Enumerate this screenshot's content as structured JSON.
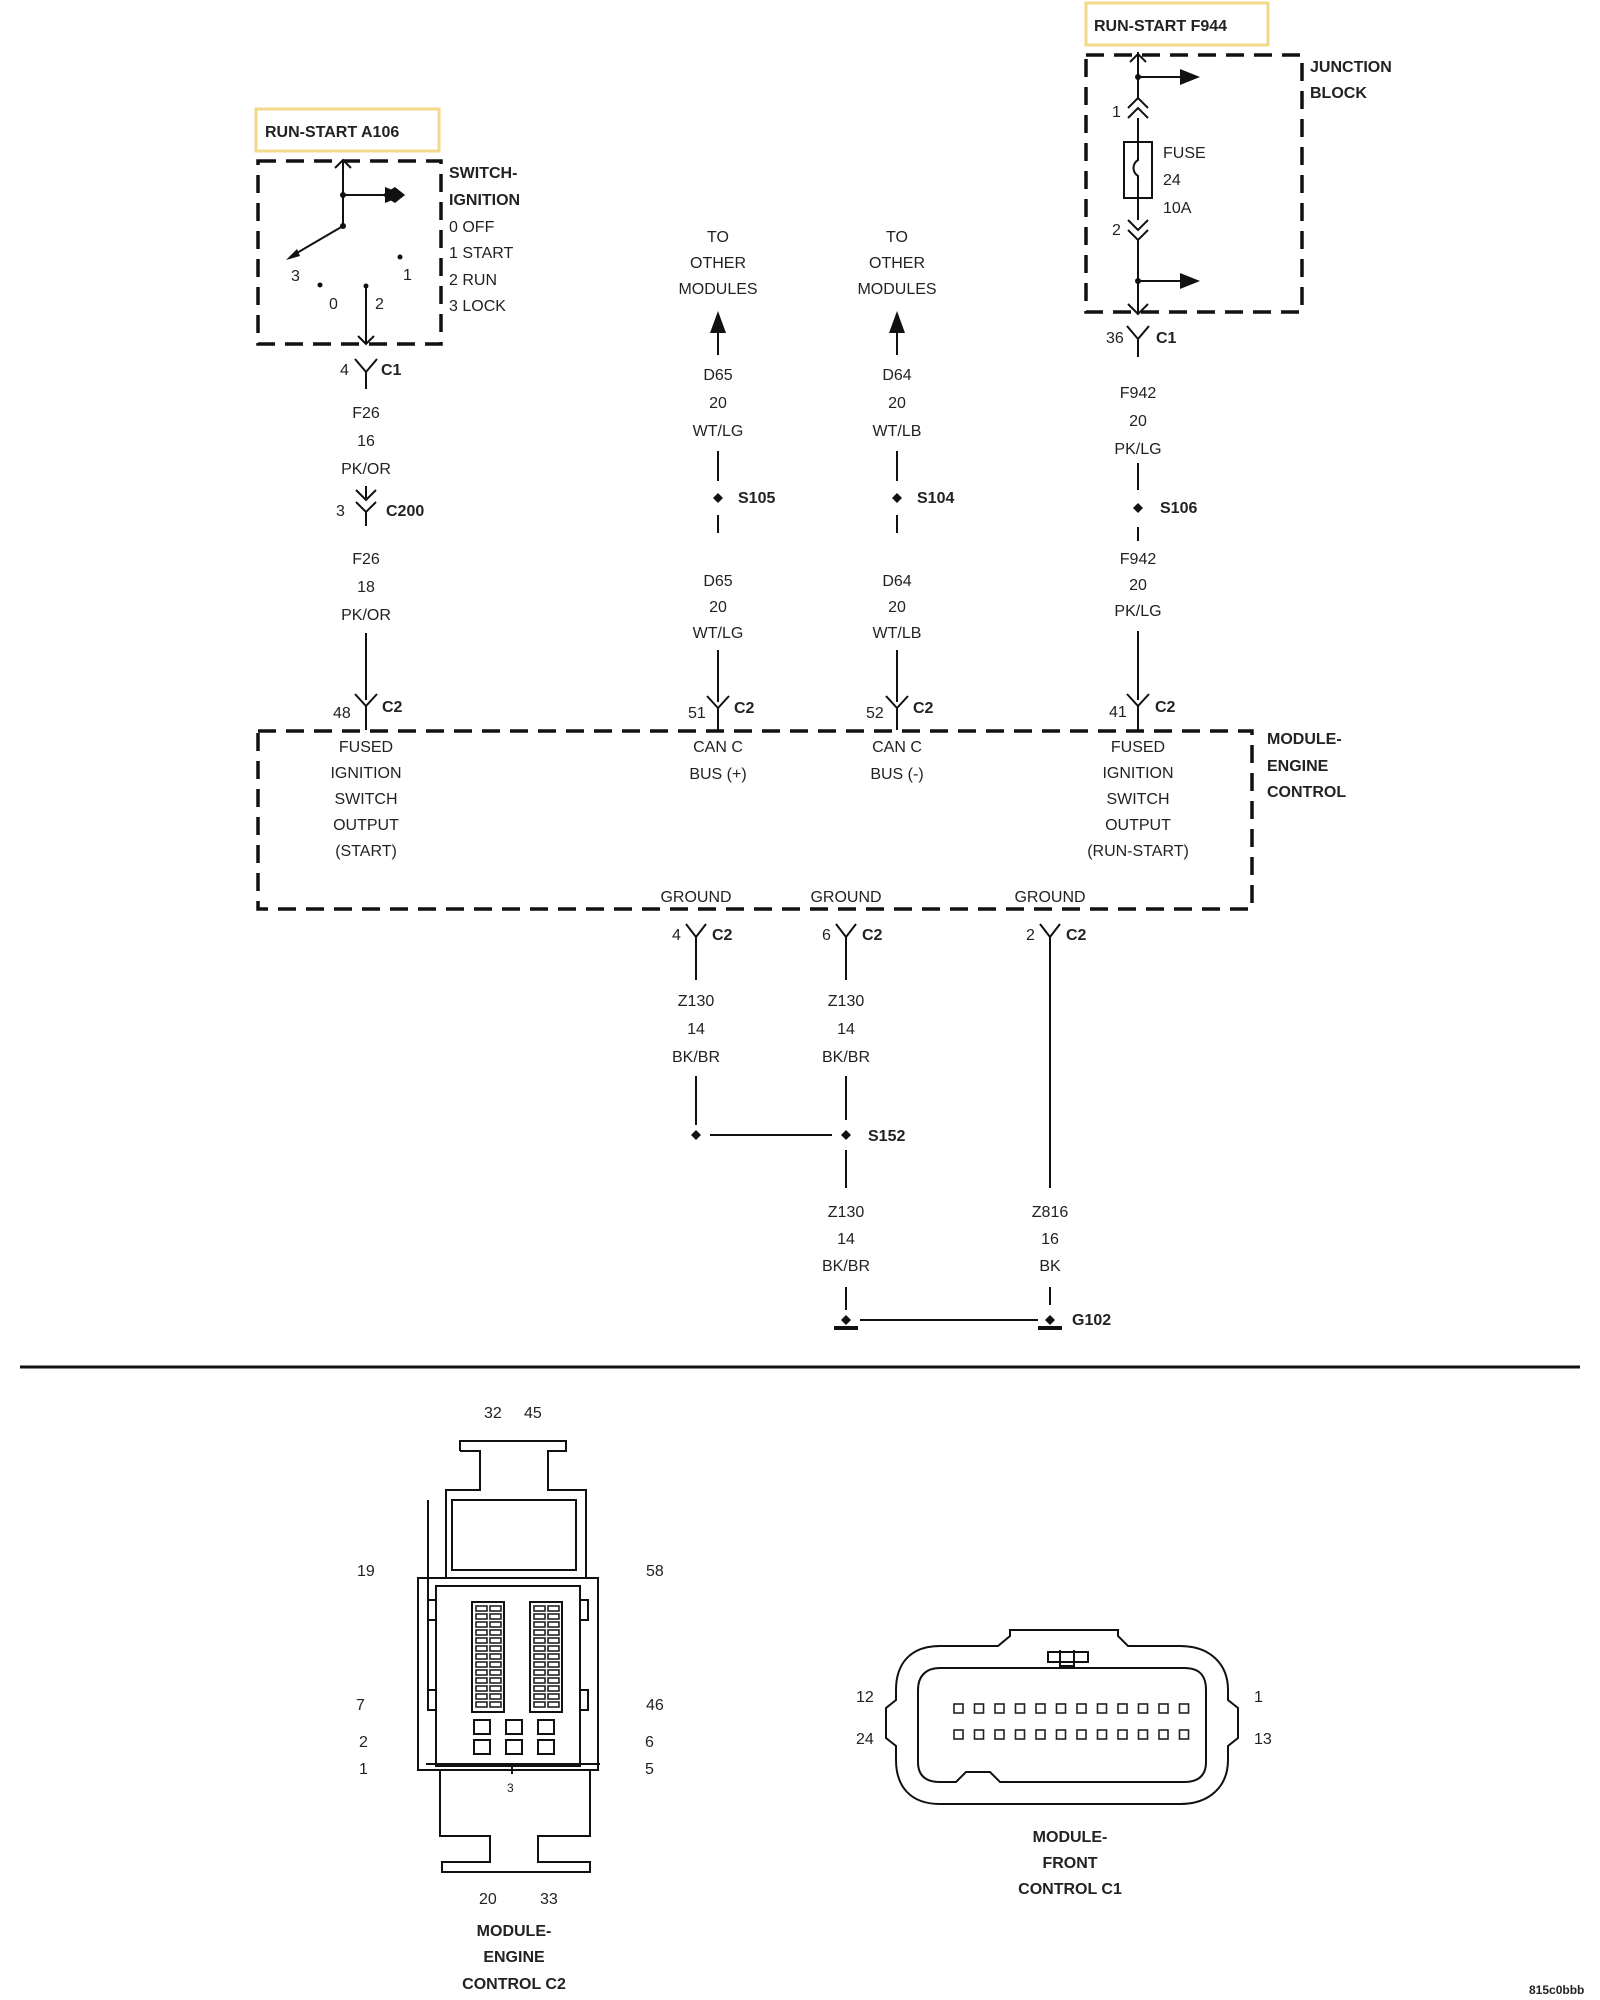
{
  "header_boxes": {
    "a106": "RUN-START A106",
    "f944": "RUN-START F944"
  },
  "ignition_switch": {
    "title_1": "SWITCH-",
    "title_2": "IGNITION",
    "legend": [
      "0 OFF",
      "1 START",
      "2 RUN",
      "3 LOCK"
    ],
    "positions": [
      "3",
      "0",
      "2",
      "1"
    ],
    "pin": "4",
    "connector": "C1"
  },
  "wire_f26_upper": {
    "circuit": "F26",
    "gauge": "16",
    "color": "PK/OR"
  },
  "c200": {
    "pin": "3",
    "connector": "C200"
  },
  "wire_f26_lower": {
    "circuit": "F26",
    "gauge": "18",
    "color": "PK/OR"
  },
  "to_other_modules": [
    "TO",
    "OTHER",
    "MODULES"
  ],
  "d65": {
    "upper": {
      "circuit": "D65",
      "gauge": "20",
      "color": "WT/LG"
    },
    "splice": "S105",
    "lower": {
      "circuit": "D65",
      "gauge": "20",
      "color": "WT/LG"
    },
    "pin": "51",
    "connector": "C2"
  },
  "d64": {
    "upper": {
      "circuit": "D64",
      "gauge": "20",
      "color": "WT/LB"
    },
    "splice": "S104",
    "lower": {
      "circuit": "D64",
      "gauge": "20",
      "color": "WT/LB"
    },
    "pin": "52",
    "connector": "C2"
  },
  "junction_block": {
    "title_1": "JUNCTION",
    "title_2": "BLOCK",
    "fuse_label": "FUSE",
    "fuse_number": "24",
    "fuse_rating": "10A",
    "fuse_pin_in": "1",
    "fuse_pin_out": "2",
    "pin": "36",
    "connector": "C1"
  },
  "f942": {
    "upper": {
      "circuit": "F942",
      "gauge": "20",
      "color": "PK/LG"
    },
    "splice": "S106",
    "lower": {
      "circuit": "F942",
      "gauge": "20",
      "color": "PK/LG"
    },
    "pin": "41",
    "connector": "C2"
  },
  "f26_pin": {
    "pin": "48",
    "connector": "C2"
  },
  "ecm": {
    "title": [
      "MODULE-",
      "ENGINE",
      "CONTROL"
    ],
    "fn_start": [
      "FUSED",
      "IGNITION",
      "SWITCH",
      "OUTPUT",
      "(START)"
    ],
    "fn_can_plus": [
      "CAN C",
      "BUS (+)"
    ],
    "fn_can_minus": [
      "CAN C",
      "BUS (-)"
    ],
    "fn_run_start": [
      "FUSED",
      "IGNITION",
      "SWITCH",
      "OUTPUT",
      "(RUN-START)"
    ],
    "ground_label": "GROUND"
  },
  "ground_pins": [
    {
      "pin": "4",
      "connector": "C2"
    },
    {
      "pin": "6",
      "connector": "C2"
    },
    {
      "pin": "2",
      "connector": "C2"
    }
  ],
  "z130_a": {
    "circuit": "Z130",
    "gauge": "14",
    "color": "BK/BR"
  },
  "z130_b": {
    "circuit": "Z130",
    "gauge": "14",
    "color": "BK/BR"
  },
  "s152": "S152",
  "z130_c": {
    "circuit": "Z130",
    "gauge": "14",
    "color": "BK/BR"
  },
  "z816": {
    "circuit": "Z816",
    "gauge": "16",
    "color": "BK"
  },
  "g102": "G102",
  "ecm_c2_connector": {
    "pins_top": [
      "32",
      "45"
    ],
    "pin_19": "19",
    "pin_58": "58",
    "pin_7": "7",
    "pin_46": "46",
    "pin_2": "2",
    "pin_6": "6",
    "pin_1": "1",
    "pin_5": "5",
    "pin_3": "3",
    "pins_bottom": [
      "20",
      "33"
    ],
    "title": [
      "MODULE-",
      "ENGINE",
      "CONTROL C2"
    ]
  },
  "fcm_c1_connector": {
    "pin_12": "12",
    "pin_24": "24",
    "pin_1": "1",
    "pin_13": "13",
    "title": [
      "MODULE-",
      "FRONT",
      "CONTROL C1"
    ]
  },
  "figure_id": "815c0bbb"
}
